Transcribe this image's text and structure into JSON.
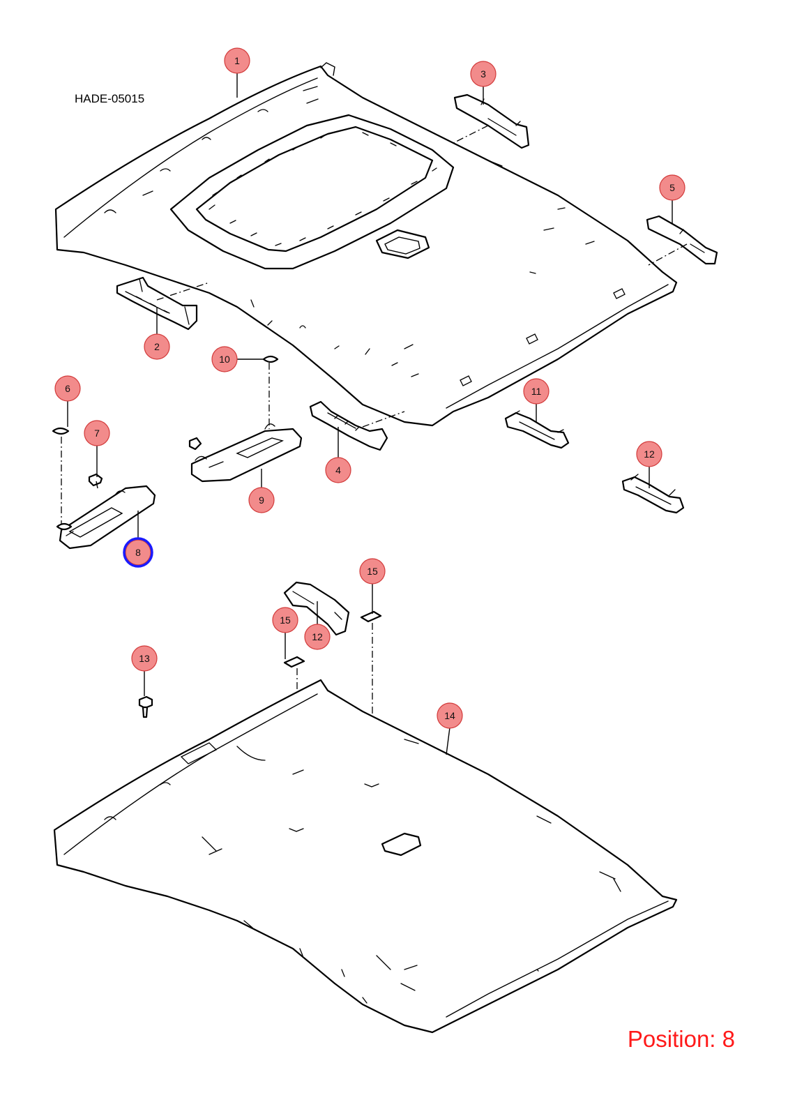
{
  "drawing_code": "HADE-05015",
  "position_label": "Position: 8",
  "highlighted_callout": "8",
  "colors": {
    "callout_fill": "#f28b8b",
    "callout_stroke": "#d23a3a",
    "highlight_ring": "#1a1aff",
    "position_text": "#ff1a1a",
    "line_art": "#000000"
  },
  "callouts": [
    {
      "id": "c1",
      "label": "1"
    },
    {
      "id": "c2",
      "label": "2"
    },
    {
      "id": "c3",
      "label": "3"
    },
    {
      "id": "c4",
      "label": "4"
    },
    {
      "id": "c5",
      "label": "5"
    },
    {
      "id": "c6",
      "label": "6"
    },
    {
      "id": "c7",
      "label": "7"
    },
    {
      "id": "c8",
      "label": "8"
    },
    {
      "id": "c9",
      "label": "9"
    },
    {
      "id": "c10",
      "label": "10"
    },
    {
      "id": "c11",
      "label": "11"
    },
    {
      "id": "c12a",
      "label": "12"
    },
    {
      "id": "c12b",
      "label": "12"
    },
    {
      "id": "c13",
      "label": "13"
    },
    {
      "id": "c14",
      "label": "14"
    },
    {
      "id": "c15a",
      "label": "15"
    },
    {
      "id": "c15b",
      "label": "15"
    }
  ]
}
